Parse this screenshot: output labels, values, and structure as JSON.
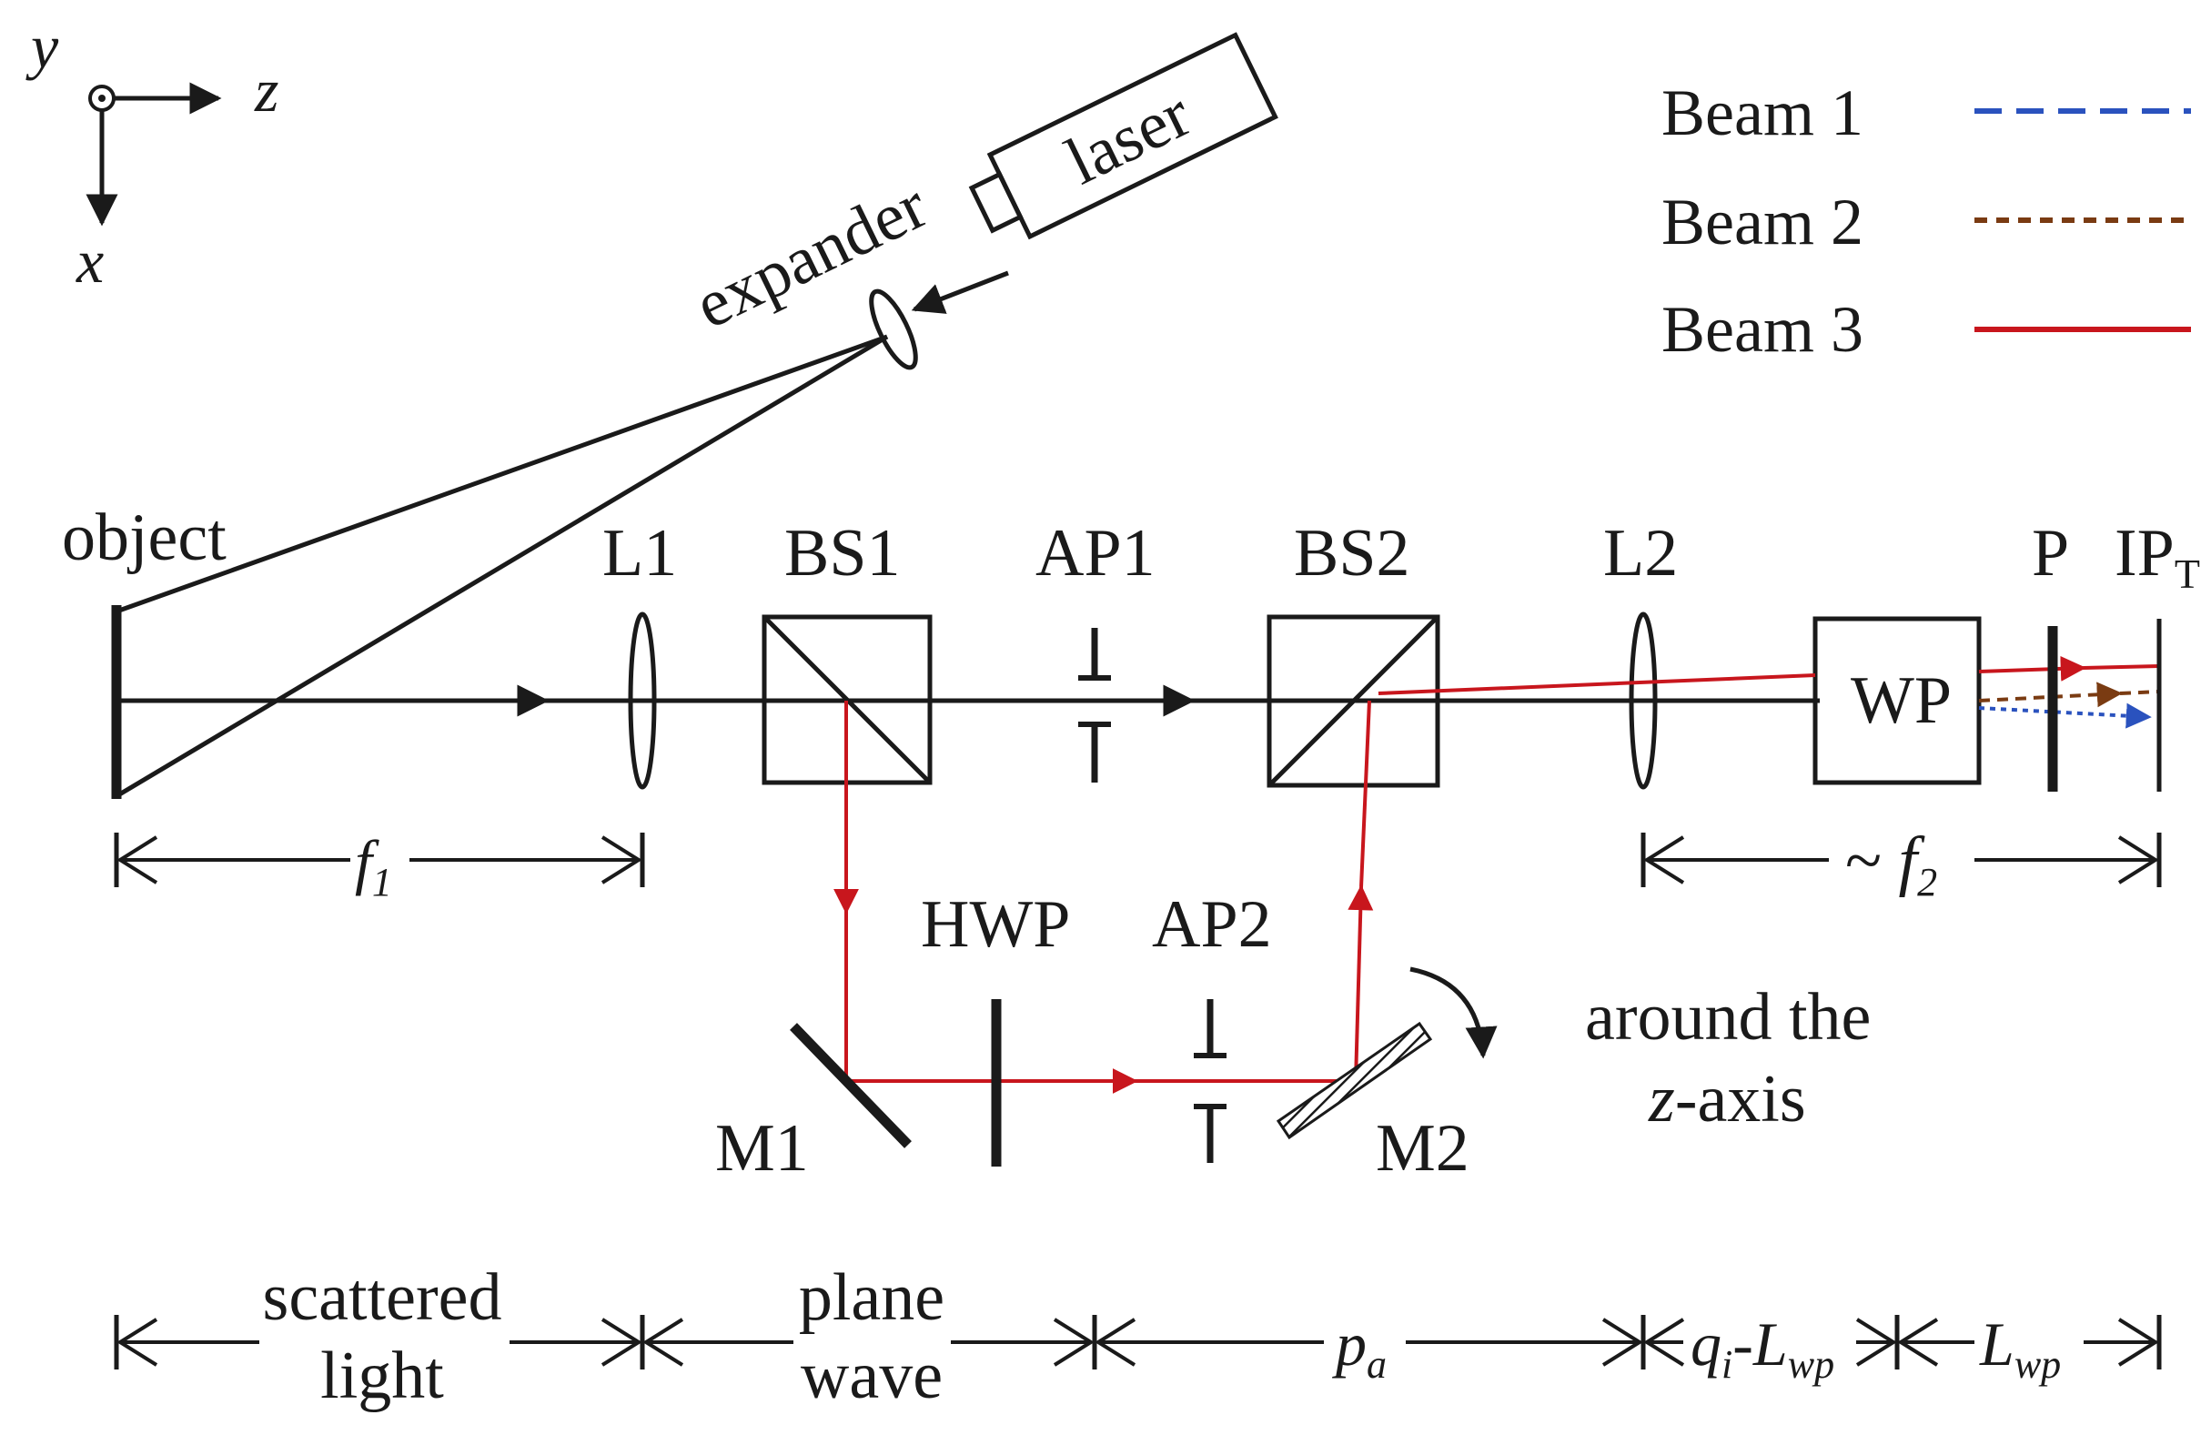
{
  "axes": {
    "y": "y",
    "z": "z",
    "x": "x"
  },
  "legend": [
    {
      "label": "Beam 1",
      "color": "#2a52be",
      "style": "long-dash"
    },
    {
      "label": "Beam 2",
      "color": "#7a3b12",
      "style": "short-dash"
    },
    {
      "label": "Beam 3",
      "color": "#c8161d",
      "style": "solid"
    }
  ],
  "components": {
    "laser": "laser",
    "expander": "expander",
    "object": "object",
    "l1": "L1",
    "bs1": "BS1",
    "ap1": "AP1",
    "bs2": "BS2",
    "l2": "L2",
    "p": "P",
    "ip": "IP",
    "ip_sub": "T",
    "wp": "WP",
    "hwp": "HWP",
    "ap2": "AP2",
    "m1": "M1",
    "m2": "M2"
  },
  "rotation_note": {
    "line1": "around the",
    "line2_italic": "z",
    "line2_rest": "-axis"
  },
  "dimensions": {
    "f1": "f",
    "f1_sub": "1",
    "f2_prefix": "~ ",
    "f2": "f",
    "f2_sub": "2",
    "bottom": {
      "scattered_1": "scattered",
      "scattered_2": "light",
      "plane_1": "plane",
      "plane_2": "wave",
      "pa": "p",
      "pa_sub": "a",
      "qi": "q",
      "qi_sub": "i",
      "qi_mid": "-",
      "lwp1": "L",
      "lwp1_sub": "wp",
      "lwp2": "L",
      "lwp2_sub": "wp"
    }
  },
  "colors": {
    "line": "#1a1a1a",
    "beam_red": "#c8161d",
    "beam_blue": "#2a52be",
    "beam_brown": "#7a3b12"
  }
}
